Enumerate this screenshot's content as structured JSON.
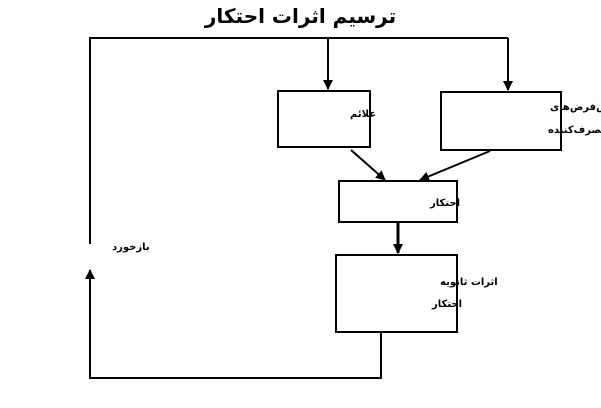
{
  "title": "ترسیم اثرات احتکار",
  "nodes": {
    "signs": {
      "label": "علائم"
    },
    "consumer_assumptions": {
      "line1": "پیش‌فرض‌های",
      "line2": "مصرف‌کننده"
    },
    "hoarding": {
      "label": "احتکار"
    },
    "secondary_effects": {
      "line1": "اثرات   ثانویه",
      "line2": "احتکار"
    }
  },
  "feedback_label": "بازخورد",
  "colors": {
    "stroke": "#000000",
    "background": "#ffffff"
  }
}
